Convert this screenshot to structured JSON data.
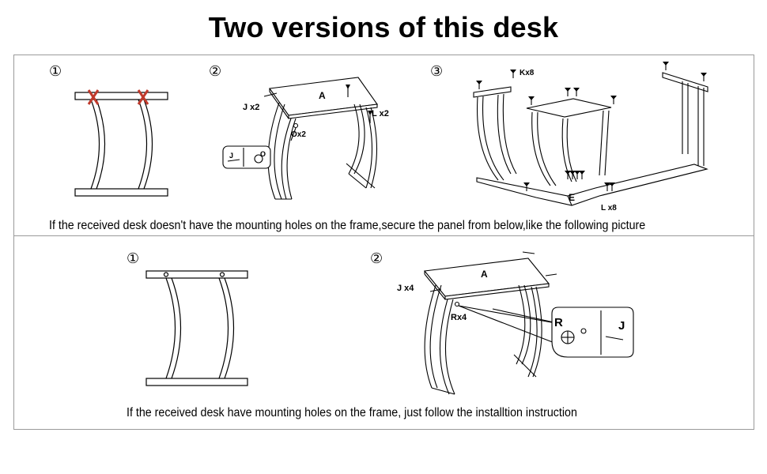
{
  "title": "Two versions of this desk",
  "version_1": {
    "caption": "If the received desk doesn't have the mounting holes on the frame,secure the panel from below,like the following picture",
    "steps": [
      "①",
      "②",
      "③"
    ],
    "step2_labels": {
      "panel": "A",
      "screw_j": "J x2",
      "screw_l": "L x2",
      "cam_o": "Ox2",
      "inset_j": "J",
      "inset_o": "O"
    },
    "step3_labels": {
      "screw_k": "Kx8",
      "shelf": "E",
      "screw_l": "L x8"
    }
  },
  "version_2": {
    "caption": "If the received desk have mounting holes on the frame, just follow the installtion instruction",
    "steps": [
      "①",
      "②"
    ],
    "step2_labels": {
      "panel": "A",
      "screw_j": "J  x4",
      "cam_r": "Rx4",
      "inset_r": "R",
      "inset_j": "J"
    }
  },
  "colors": {
    "cross_mark": "#c0392b",
    "line": "#000000",
    "border": "#9a9a9a"
  }
}
